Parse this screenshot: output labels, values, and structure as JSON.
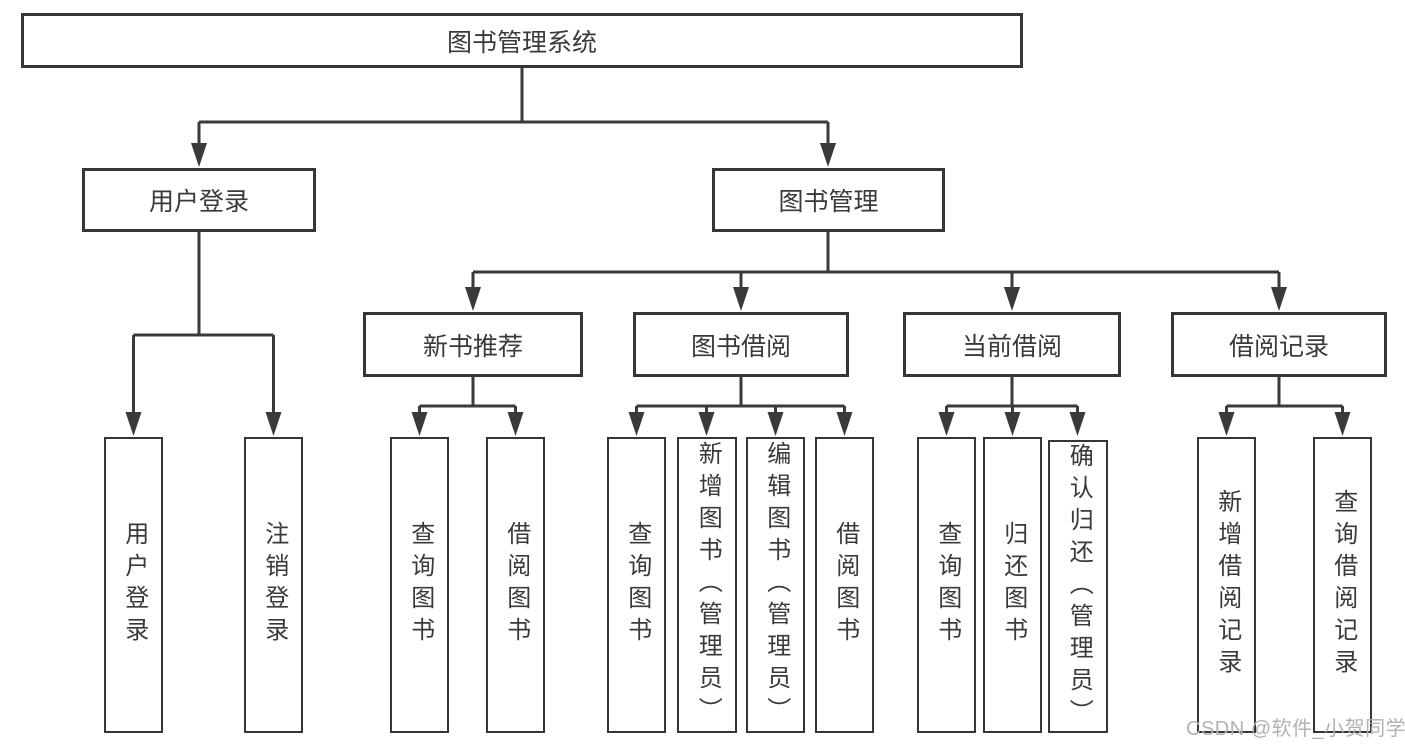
{
  "diagram": {
    "root": {
      "label": "图书管理系统"
    },
    "level2": [
      {
        "label": "用户登录"
      },
      {
        "label": "图书管理"
      }
    ],
    "level3": [
      {
        "label": "新书推荐"
      },
      {
        "label": "图书借阅"
      },
      {
        "label": "当前借阅"
      },
      {
        "label": "借阅记录"
      }
    ],
    "leaves": {
      "user_login": [
        "用户登录",
        "注销登录"
      ],
      "new_book_recommend": [
        "查询图书",
        "借阅图书"
      ],
      "book_borrow": [
        "查询图书",
        "新增图书（管理员）",
        "编辑图书（管理员）",
        "借阅图书"
      ],
      "current_borrow": [
        "查询图书",
        "归还图书",
        "确认归还（管理员）"
      ],
      "borrow_record": [
        "新增借阅记录",
        "查询借阅记录"
      ]
    }
  },
  "watermark": {
    "text": "CSDN @软件_小贺同学"
  },
  "colors": {
    "line": "#3a3a3a",
    "box_border": "#363636",
    "text": "#333333",
    "background": "#ffffff",
    "watermark": "#b2b2b2"
  }
}
